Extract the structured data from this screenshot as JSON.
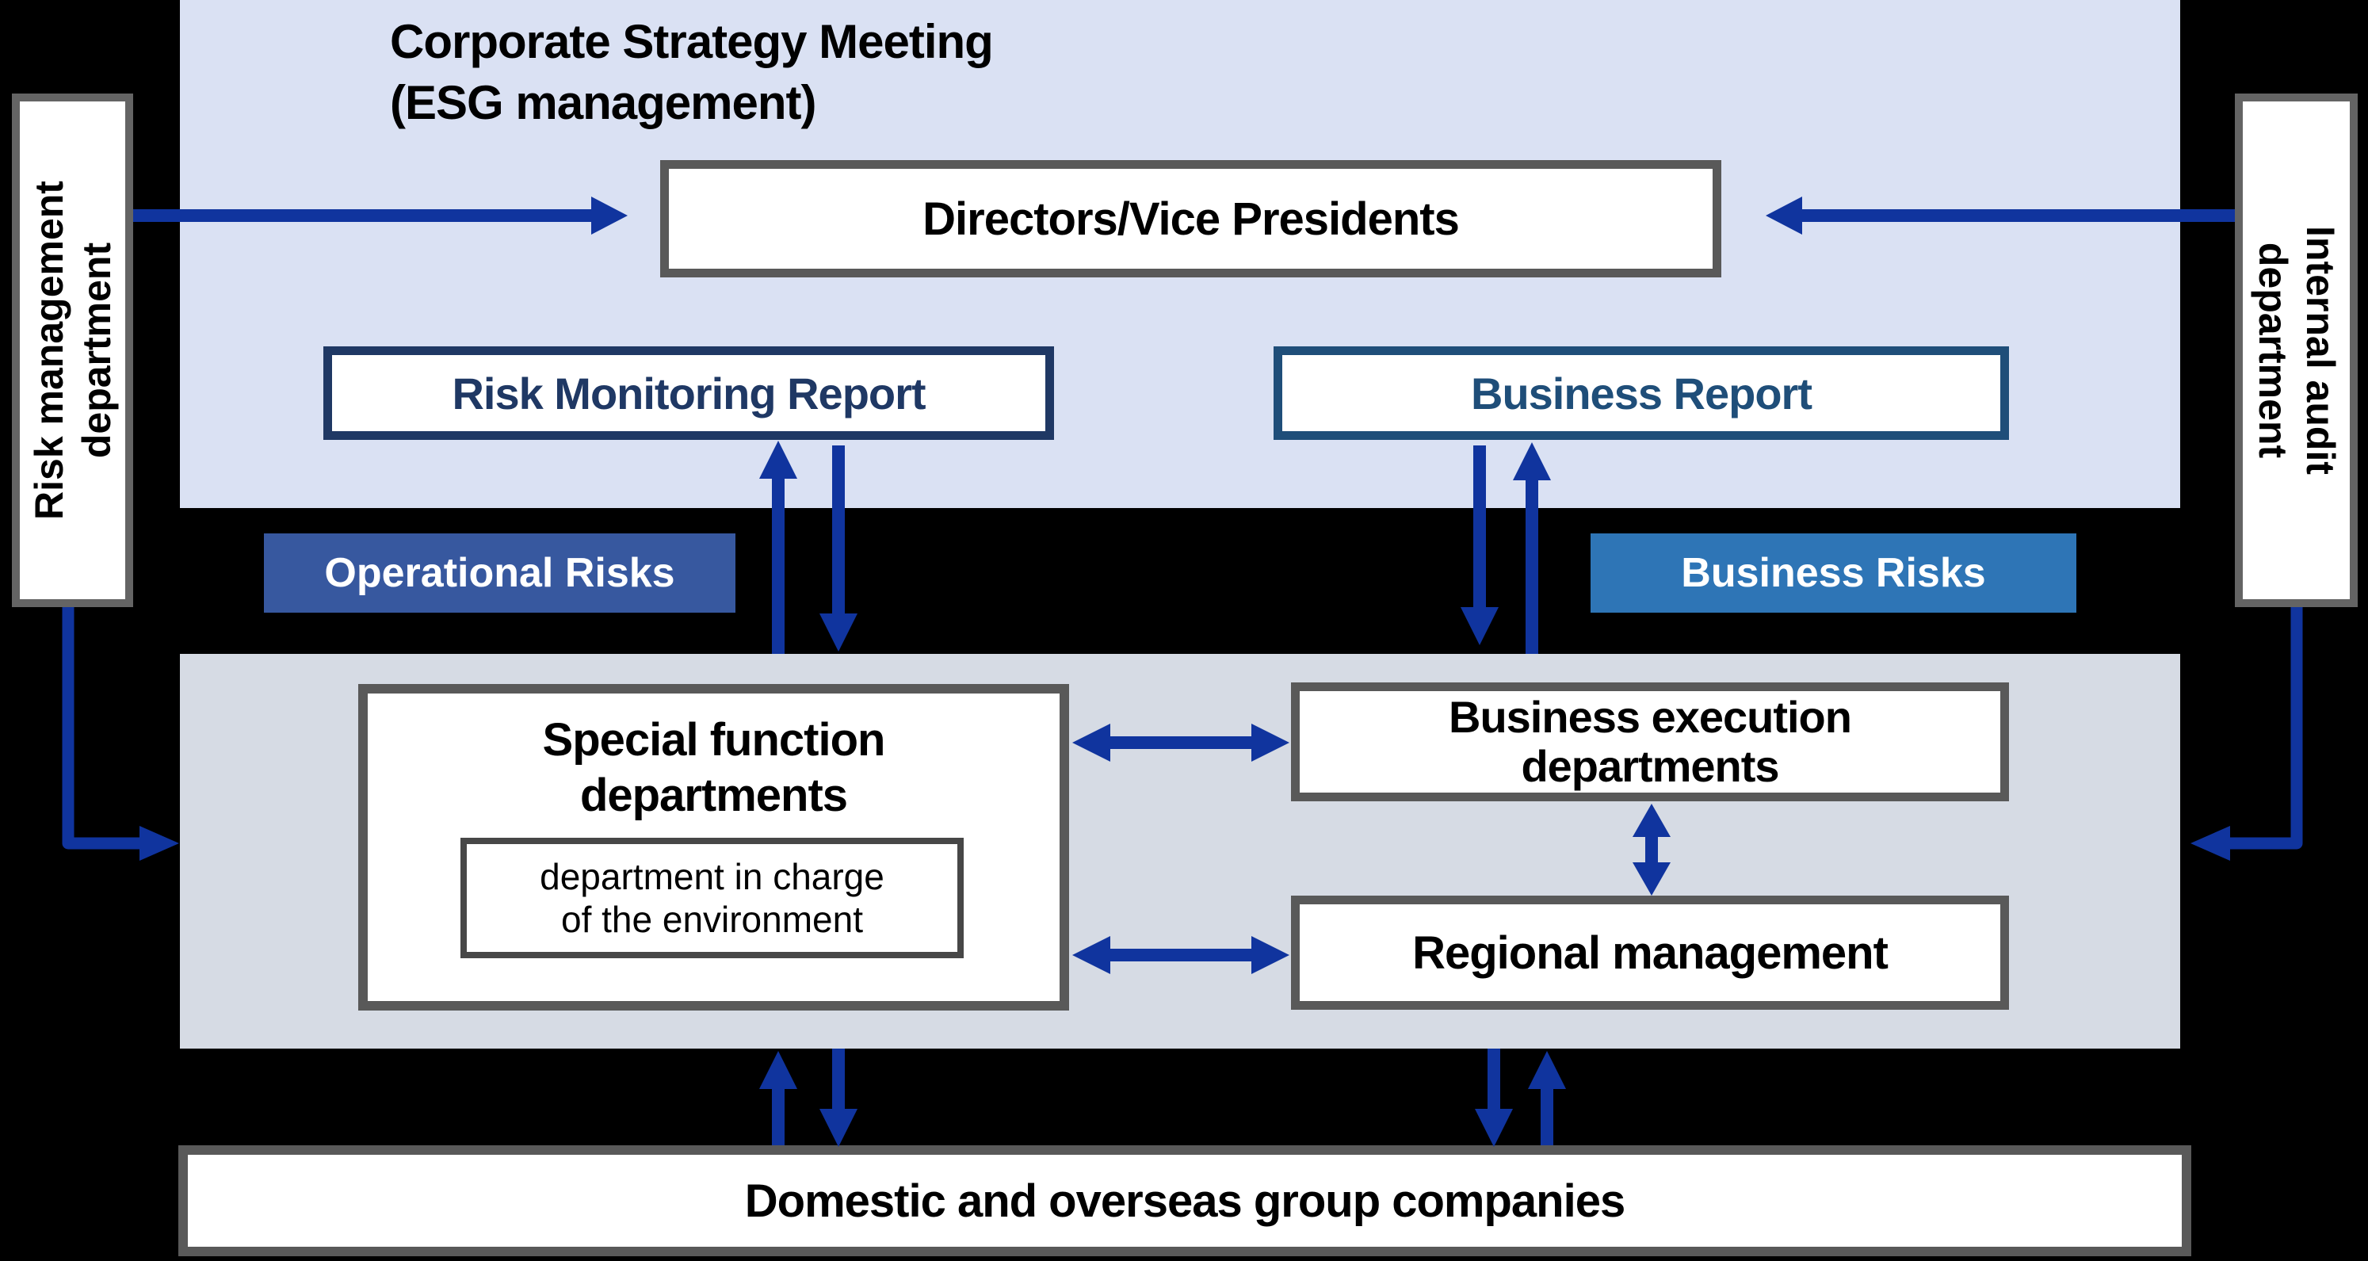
{
  "diagram": {
    "title": "Corporate Strategy Meeting\n(ESG management)",
    "top_section": {
      "directors": "Directors/Vice Presidents",
      "risk_monitoring_report": "Risk Monitoring Report",
      "business_report": "Business Report"
    },
    "risk_labels": {
      "operational": "Operational Risks",
      "business": "Business Risks"
    },
    "side_departments": {
      "risk_management": "Risk management\ndepartment",
      "internal_audit": "Internal audit\ndepartment"
    },
    "middle_section": {
      "special_function": "Special function\ndepartments",
      "environment": "department in charge\nof the environment",
      "business_execution": "Business execution\ndepartments",
      "regional_management": "Regional management"
    },
    "bottom": {
      "group_companies": "Domestic and overseas group companies"
    },
    "colors": {
      "page_background": "#000000",
      "top_section_bg": "#dae1f3",
      "middle_section_bg": "#d6dbe4",
      "arrow_blue": "#10349e",
      "operational_risks_bg": "#37589f",
      "business_risks_bg": "#2e75b6",
      "risk_report_navy": "#1f3864",
      "business_report_blue": "#1f4e79",
      "box_border_gray": "#595959"
    }
  }
}
